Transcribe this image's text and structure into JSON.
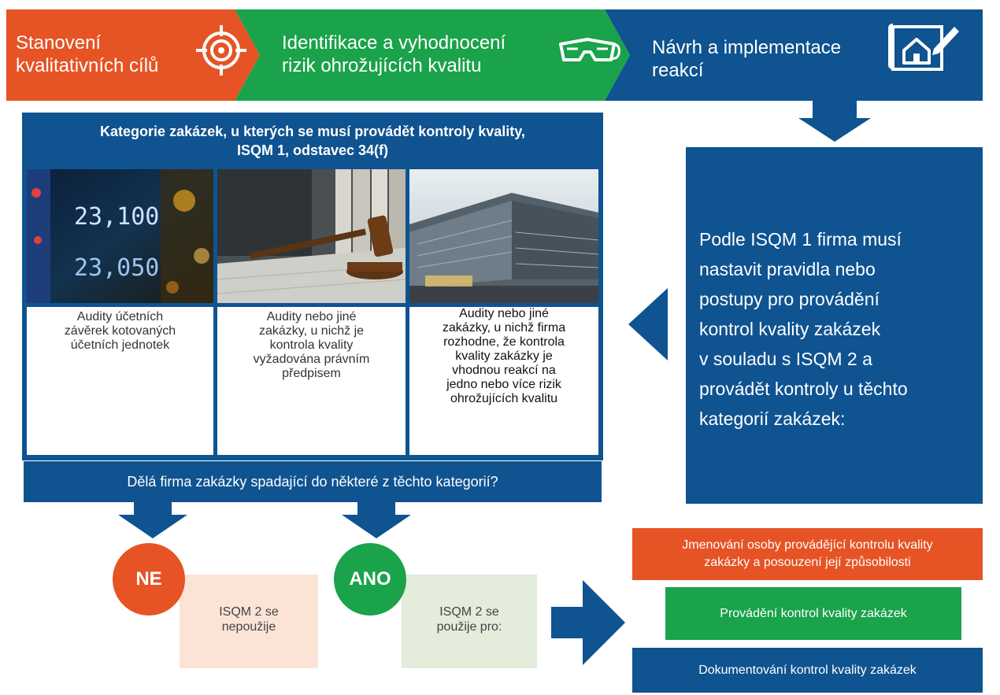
{
  "process": [
    {
      "label_line1": "Stanovení",
      "label_line2": "kvalitativních cílů",
      "icon": "target-icon",
      "color": "#e65325"
    },
    {
      "label_line1": "Identifikace a vyhodnocení",
      "label_line2": "rizik ohrožujících kvalitu",
      "icon": "glasses-icon",
      "color": "#1aa34a"
    },
    {
      "label_line1": "Návrh a implementace",
      "label_line2": "reakcí",
      "icon": "blueprint-icon",
      "color": "#0f5391"
    }
  ],
  "categories": {
    "header_line1": "Kategorie zakázek, u kterých se musí provádět kontroly kvality,",
    "header_line2": "ISQM 1, odstavec 34(f)",
    "items": [
      {
        "photo": "stock-ticker-photo",
        "ticker1": "23,100",
        "ticker2": "23,050",
        "lines": [
          "Audity účetních",
          "závěrek kotovaných",
          "účetních jednotek"
        ]
      },
      {
        "photo": "gavel-photo",
        "lines": [
          "Audity nebo jiné",
          "zakázky, u nichž je",
          "kontrola kvality",
          "vyžadována právním",
          "předpisem"
        ]
      },
      {
        "photo": "building-photo",
        "lines": [
          "Audity nebo jiné",
          "zakázky, u nichž firma",
          "rozhodne, že kontrola",
          "kvality zakázky je",
          "vhodnou reakcí na",
          "jedno nebo více rizik",
          "ohrožujících kvalitu"
        ]
      }
    ]
  },
  "right_panel": {
    "lines": [
      "Podle ISQM 1 firma musí",
      "nastavit pravidla nebo",
      "postupy pro provádění",
      "kontrol kvality zakázek",
      "v souladu s ISQM 2 a",
      "provádět kontroly u těchto",
      "kategorií zakázek:"
    ]
  },
  "question": "Dělá firma zakázky spadající do některé z těchto kategorií?",
  "no": {
    "label": "NE",
    "line1": "ISQM 2 se",
    "line2": "nepoužije",
    "color": "#e65325"
  },
  "yes": {
    "label": "ANO",
    "line1": "ISQM 2 se",
    "line2": "použije pro:",
    "color": "#1aa34a"
  },
  "steps": [
    {
      "line1": "Jmenování osoby provádějící kontrolu kvality",
      "line2": "zakázky a posouzení její způsobilosti",
      "color": "#e65325"
    },
    {
      "line1": "Provádění kontrol kvality zakázek",
      "line2": "",
      "color": "#1aa34a"
    },
    {
      "line1": "Dokumentování kontrol kvality zakázek",
      "line2": "",
      "color": "#0f5391"
    }
  ]
}
